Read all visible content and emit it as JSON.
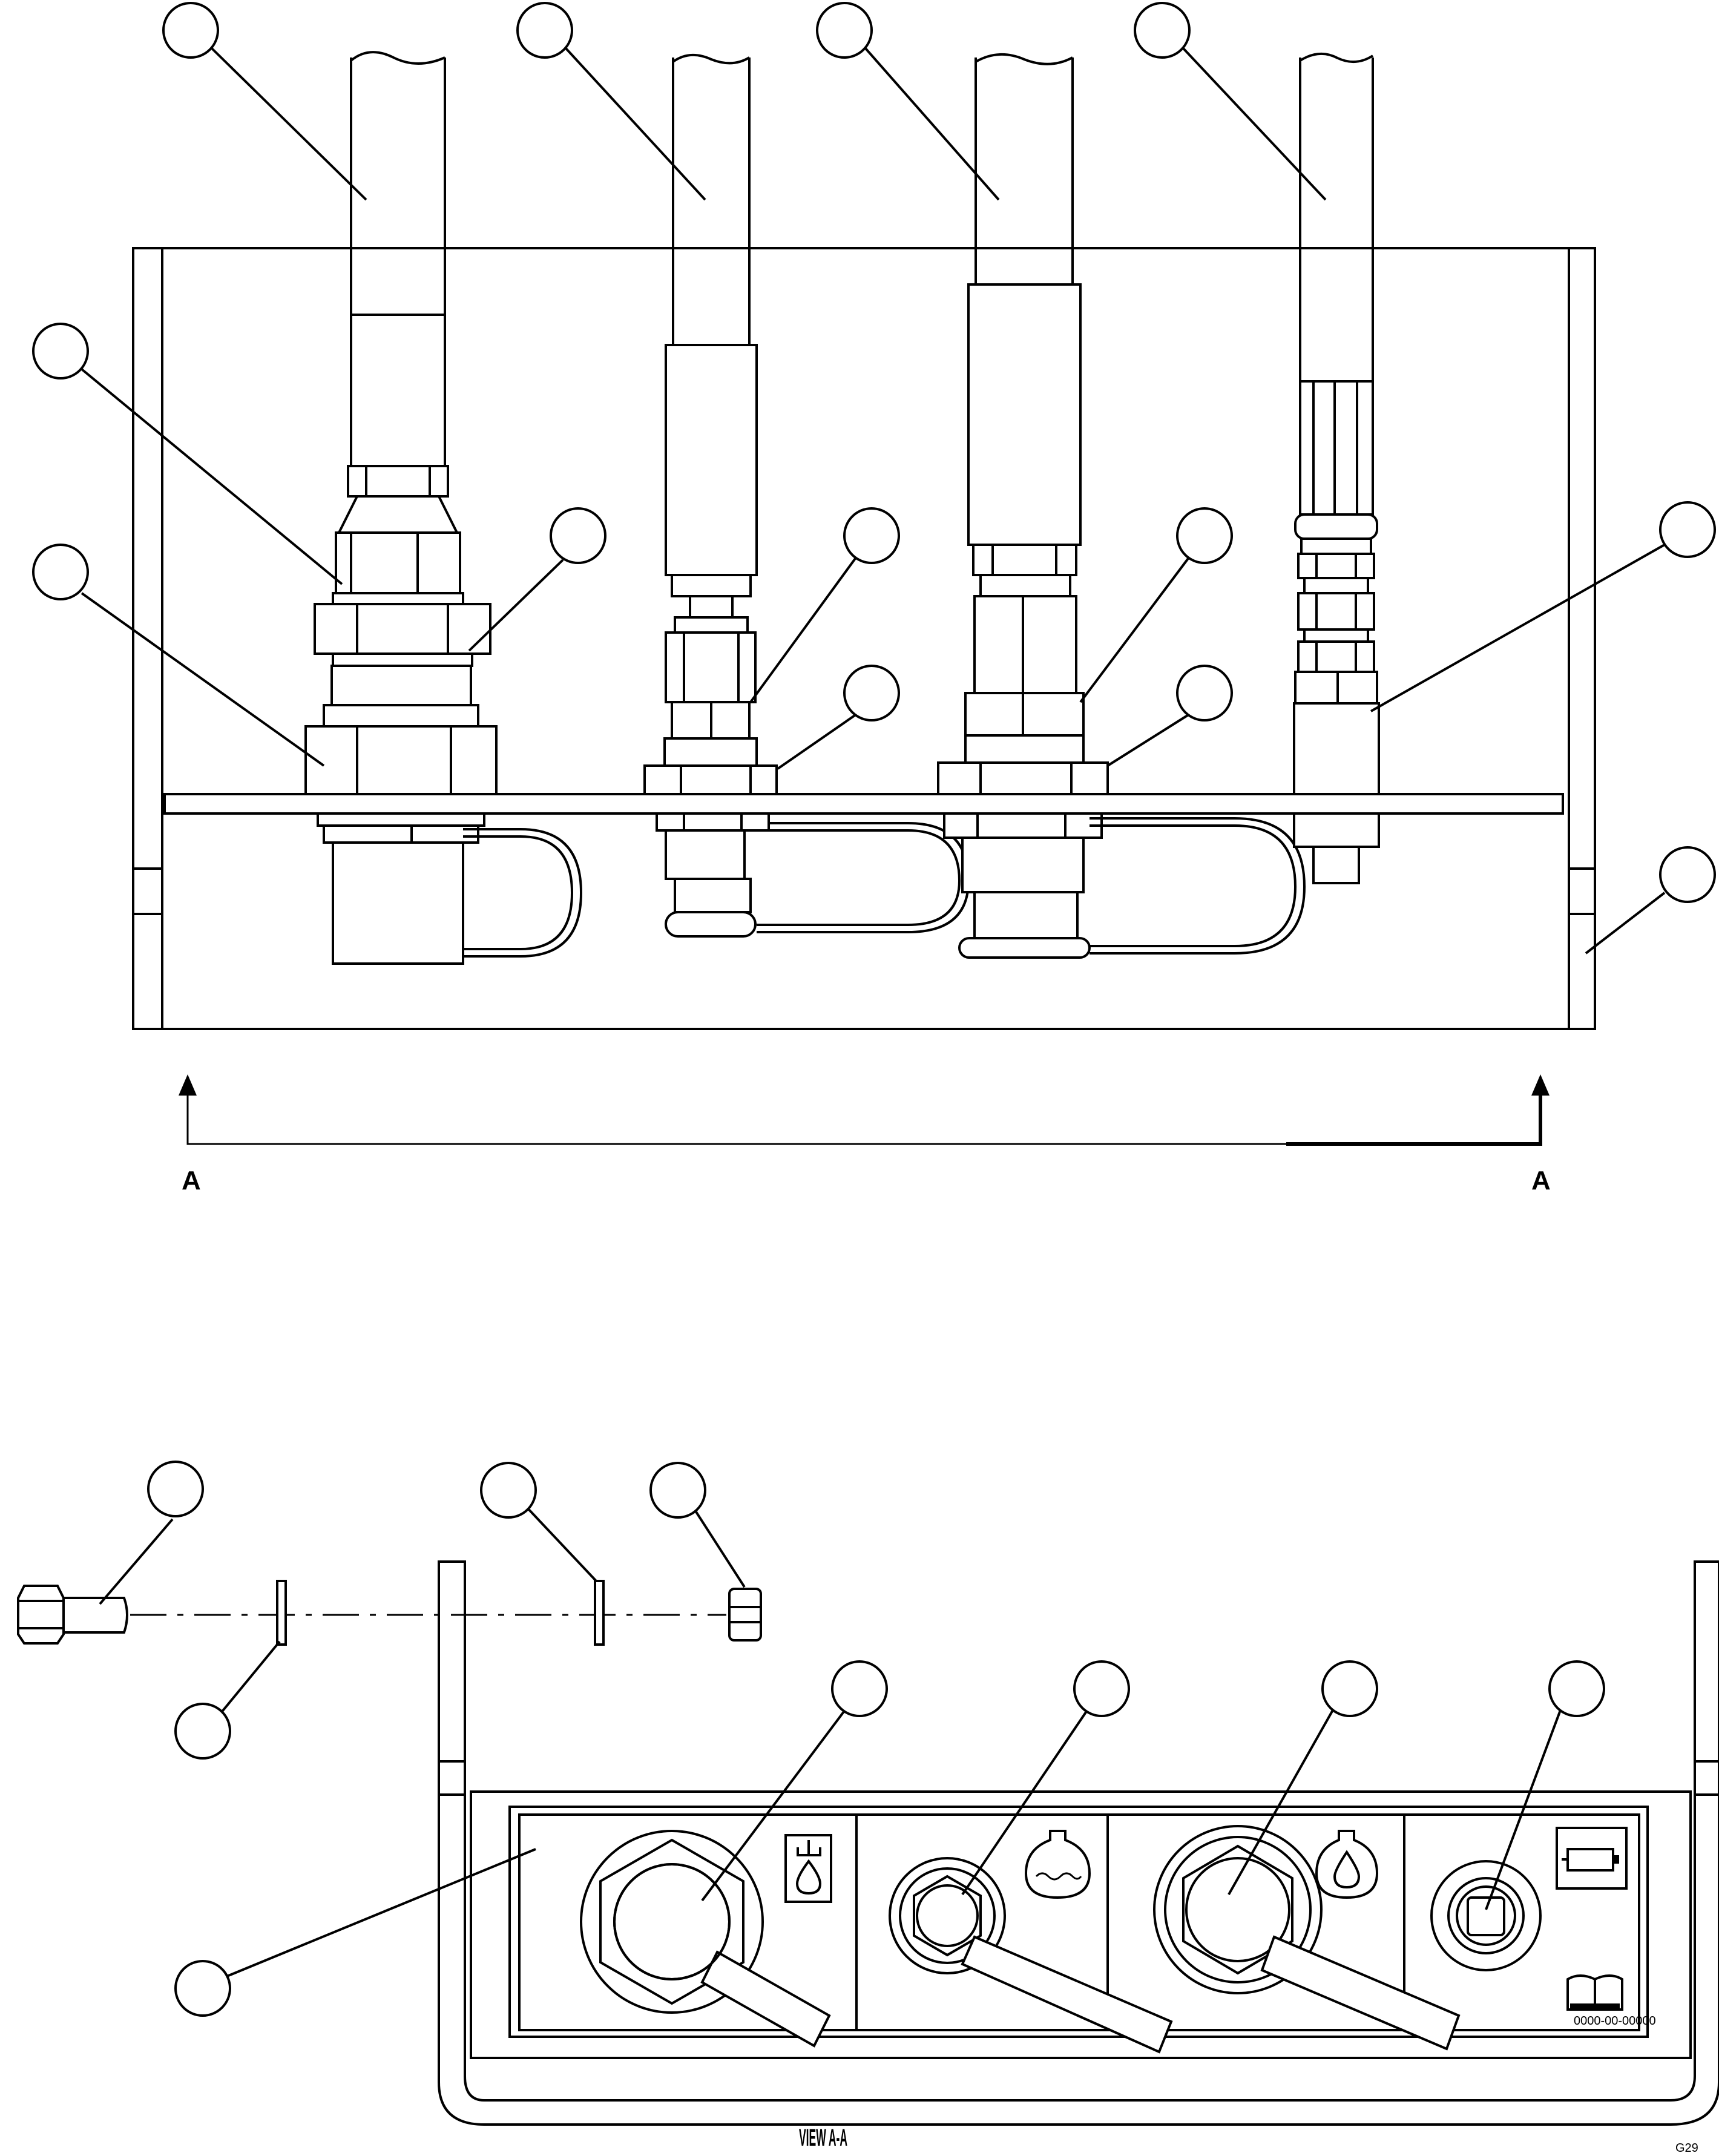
{
  "section_marks": {
    "left": "A",
    "right": "A"
  },
  "view_title": "VIEW A-A",
  "corner_code": "G29",
  "decal_code": "0000-00-00000",
  "icons": [
    "hydraulic-reservoir-icon",
    "coolant-icon",
    "oil-drop-icon",
    "battery-icon",
    "manual-book-icon"
  ],
  "callout_labels": []
}
